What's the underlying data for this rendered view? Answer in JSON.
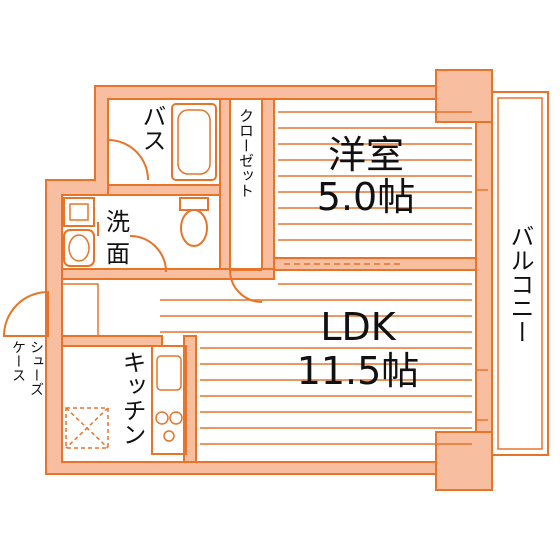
{
  "rooms": {
    "bedroom_name": "洋室",
    "bedroom_size": "5.0帖",
    "ldk_name": "LDK",
    "ldk_size": "11.5帖",
    "bath": "バス",
    "closet": "クローゼット",
    "washroom_1": "洗",
    "washroom_2": "面",
    "kitchen": "キッチン",
    "balcony": "バルコニー",
    "shoe_case_1": "シューズ",
    "shoe_case_2": "ケース"
  },
  "colors": {
    "wall_fill": "#f7bfa0",
    "line": "#e8742a",
    "floor": "#ffffff",
    "text": "#111111"
  }
}
